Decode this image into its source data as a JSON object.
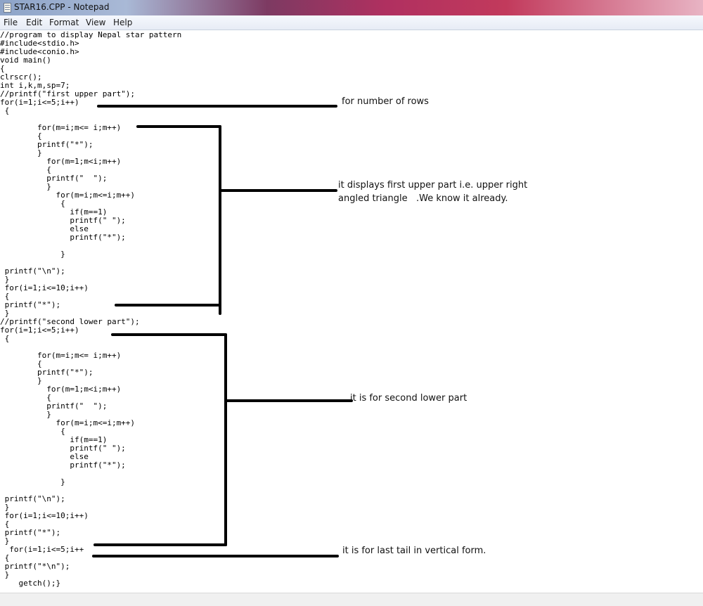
{
  "window": {
    "title": "STAR16.CPP - Notepad"
  },
  "menu": [
    "File",
    "Edit",
    "Format",
    "View",
    "Help"
  ],
  "code": [
    "//program to display Nepal star pattern",
    "#include<stdio.h>",
    "#include<conio.h>",
    "void main()",
    "{",
    "clrscr();",
    "int i,k,m,sp=7;",
    "//printf(\"first upper part\");",
    "for(i=1;i<=5;i++)",
    " {",
    "",
    "        for(m=i;m<= i;m++)",
    "        {",
    "        printf(\"*\");",
    "        }",
    "          for(m=1;m<i;m++)",
    "          {",
    "          printf(\"  \");",
    "          }",
    "            for(m=i;m<=i;m++)",
    "             {",
    "               if(m==1)",
    "               printf(\" \");",
    "               else",
    "               printf(\"*\");",
    "",
    "             }",
    "",
    " printf(\"\\n\");",
    " }",
    " for(i=1;i<=10;i++)",
    " {",
    " printf(\"*\");",
    " }",
    "//printf(\"second lower part\");",
    "for(i=1;i<=5;i++)",
    " {",
    "",
    "        for(m=i;m<= i;m++)",
    "        {",
    "        printf(\"*\");",
    "        }",
    "          for(m=1;m<i;m++)",
    "          {",
    "          printf(\"  \");",
    "          }",
    "            for(m=i;m<=i;m++)",
    "             {",
    "               if(m==1)",
    "               printf(\" \");",
    "               else",
    "               printf(\"*\");",
    "",
    "             }",
    "",
    " printf(\"\\n\");",
    " }",
    " for(i=1;i<=10;i++)",
    " {",
    " printf(\"*\");",
    " }",
    "  for(i=1;i<=5;i++",
    " {",
    " printf(\"*\\n\");",
    " }",
    "    getch();}"
  ],
  "annotations": {
    "rows": "for number of rows",
    "upper_line1": "it displays first upper part i.e. upper right",
    "upper_line2": "angled triangle   .We know it already.",
    "lower": "it is for second lower part",
    "tail": "it is for last tail in vertical form."
  }
}
